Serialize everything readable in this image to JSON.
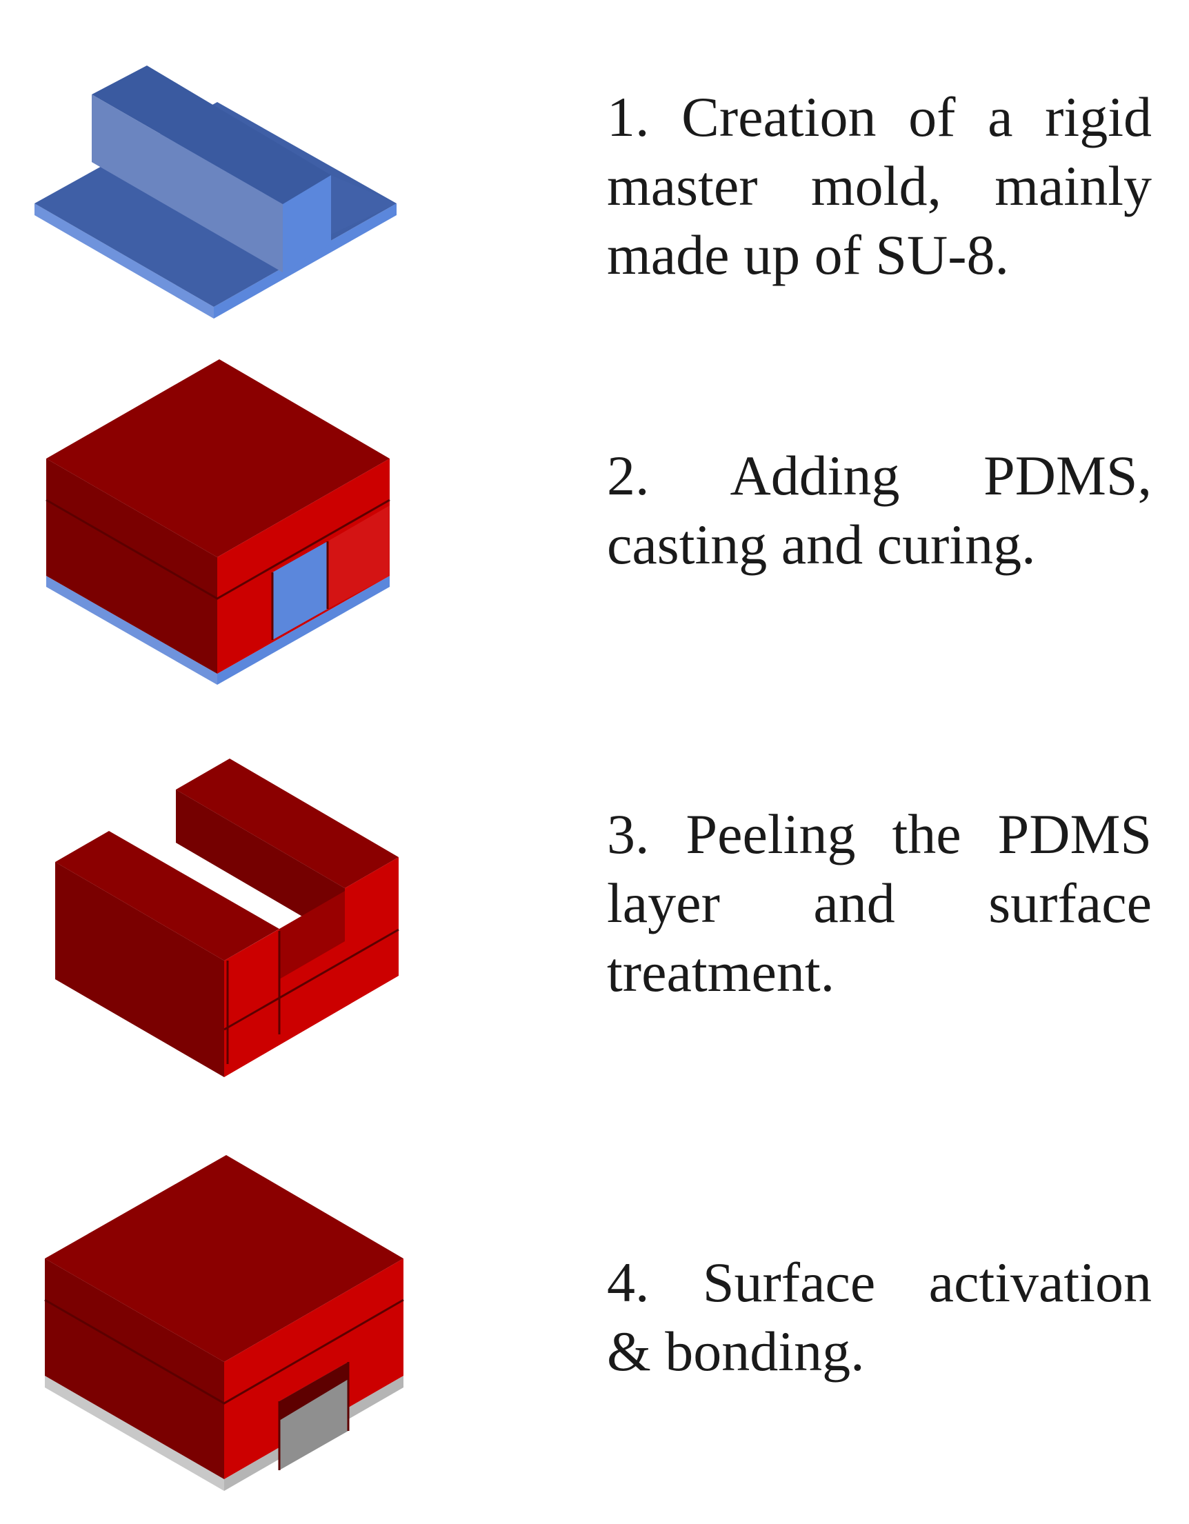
{
  "colors": {
    "mold_top": "#3f5fa6",
    "mold_front": "#6b85c0",
    "mold_side": "#5b87dc",
    "mold_base": "#6f93dc",
    "pdms_top": "#8b0000",
    "pdms_left": "#7a0000",
    "pdms_right": "#cc0000",
    "pdms_right_bright": "#d41414",
    "glass_base": "#c8c8c8",
    "channel_shadow": "#8f8f8f"
  },
  "steps": [
    {
      "lines": [
        "1. Creation of a rigid",
        "master mold, mainly",
        "made up of SU-8."
      ],
      "figure_icon": "master-mold-icon"
    },
    {
      "lines": [
        "2. Adding PDMS,",
        "casting and curing."
      ],
      "figure_icon": "pdms-casting-icon"
    },
    {
      "lines": [
        "3. Peeling the PDMS",
        "layer and surface",
        "treatment."
      ],
      "figure_icon": "pdms-peeled-icon"
    },
    {
      "lines": [
        "4. Surface activation",
        "& bonding."
      ],
      "figure_icon": "bonded-device-icon"
    }
  ]
}
